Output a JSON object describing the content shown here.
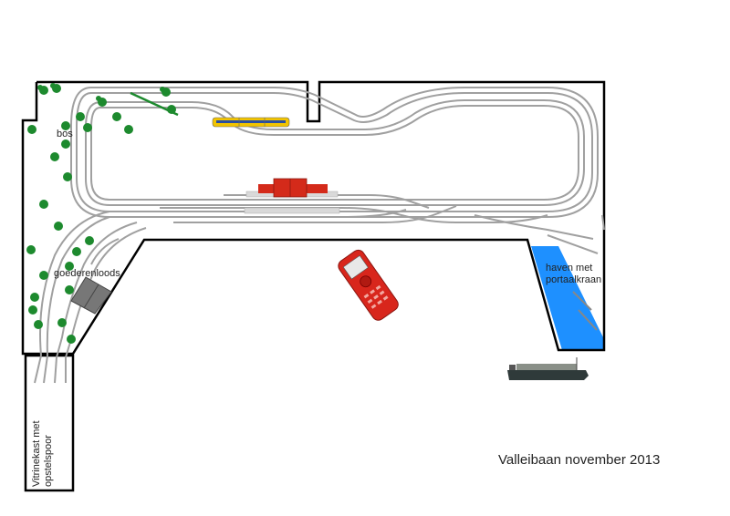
{
  "title": "Valleibaan november 2013",
  "labels": {
    "forest": "bos",
    "goods_shed": "goederenloods",
    "harbour": "haven met portaalkraan",
    "harbour_line1": "haven met",
    "harbour_line2": "portaalkraan",
    "cabinet_line1": "Vitrinekast met",
    "cabinet_line2": "opstelspoor"
  },
  "colors": {
    "outline": "#000000",
    "track": "#9a9a9a",
    "water": "#1e90ff",
    "station_building": "#d42a1a",
    "platform": "#d9d9d9",
    "tree": "#1d8a2e",
    "goods_shed": "#777777",
    "train_body": "#f2c400",
    "train_stripe": "#2a4fa0",
    "controller": "#d8261c",
    "ship_hull": "#2f3a3a"
  },
  "icons": [
    "tree-icon",
    "train-icon",
    "station-building-icon",
    "goods-shed-icon",
    "controller-icon",
    "ship-icon",
    "crane-icon"
  ]
}
